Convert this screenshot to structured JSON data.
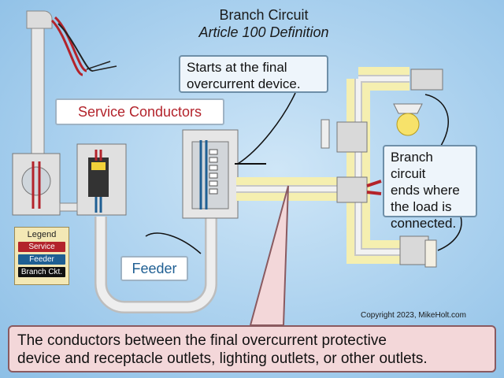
{
  "title": "Branch Circuit",
  "subtitle": "Article 100 Definition",
  "callouts": {
    "starts": [
      "Starts at the final",
      "overcurrent device."
    ],
    "ends": [
      "Branch circuit",
      "ends where",
      "the load is",
      "connected."
    ],
    "service": "Service Conductors",
    "feeder": "Feeder",
    "definition": [
      "The conductors between the final overcurrent protective",
      "device and receptacle outlets, lighting outlets, or other outlets."
    ]
  },
  "legend": {
    "title": "Legend",
    "items": [
      {
        "label": "Service",
        "color": "#b3232b"
      },
      {
        "label": "Feeder",
        "color": "#1f5f93"
      },
      {
        "label": "Branch Ckt.",
        "color": "#111111"
      }
    ]
  },
  "copyright": "Copyright 2023, MikeHolt.com",
  "colors": {
    "background": "#a9d0ee",
    "conduit": "#e6e6e6",
    "branch_highlight": "#f5efb0",
    "service_wire": "#b3232b",
    "feeder_wire": "#1f5f93"
  }
}
